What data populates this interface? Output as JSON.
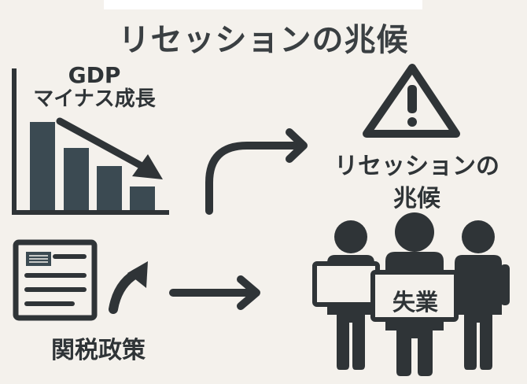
{
  "title": "リセッションの兆候",
  "gdp": {
    "line1": "GDP",
    "line2": "マイナス成長"
  },
  "warning": {
    "line1": "リセッションの",
    "line2": "兆候"
  },
  "policy": {
    "label": "関税政策"
  },
  "unemployment": {
    "sign": "失業"
  },
  "colors": {
    "background": "#f4f1ec",
    "ink": "#2f3437",
    "bar": "#3b4a52"
  }
}
